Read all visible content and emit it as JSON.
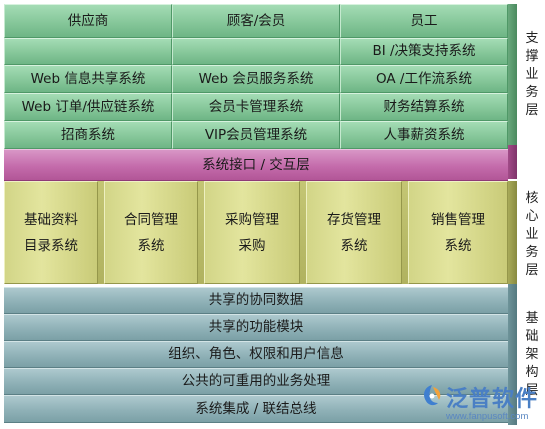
{
  "top_layer": {
    "columns": [
      {
        "header": "供应商",
        "rows": [
          "",
          "Web 信息共享系统",
          "Web 订单/供应链系统",
          "招商系统"
        ]
      },
      {
        "header": "顾客/会员",
        "rows": [
          "",
          "Web 会员服务系统",
          "会员卡管理系统",
          "VIP会员管理系统"
        ]
      },
      {
        "header": "员工",
        "rows": [
          "BI /决策支持系统",
          "OA /工作流系统",
          "财务结算系统",
          "人事薪资系统"
        ]
      }
    ]
  },
  "interface_layer": {
    "label": "系统接口 / 交互层"
  },
  "core_layer": {
    "modules": [
      {
        "line1": "基础资料",
        "line2": "目录系统"
      },
      {
        "line1": "合同管理",
        "line2": "系统"
      },
      {
        "line1": "采购管理",
        "line2": "采购"
      },
      {
        "line1": "存货管理",
        "line2": "系统"
      },
      {
        "line1": "销售管理",
        "line2": "系统"
      }
    ]
  },
  "base_layer": {
    "rows": [
      "共享的协同数据",
      "共享的功能模块",
      "组织、角色、权限和用户信息",
      "公共的可重用的业务处理",
      "系统集成 / 联结总线"
    ]
  },
  "side_labels": {
    "top": [
      "支",
      "撑",
      "业",
      "务",
      "层"
    ],
    "core": [
      "核",
      "心",
      "业",
      "务",
      "层"
    ],
    "base": [
      "基",
      "础",
      "架",
      "构",
      "层"
    ]
  },
  "logo": {
    "text": "泛普软件",
    "url": "www.fanpusoft.com"
  }
}
